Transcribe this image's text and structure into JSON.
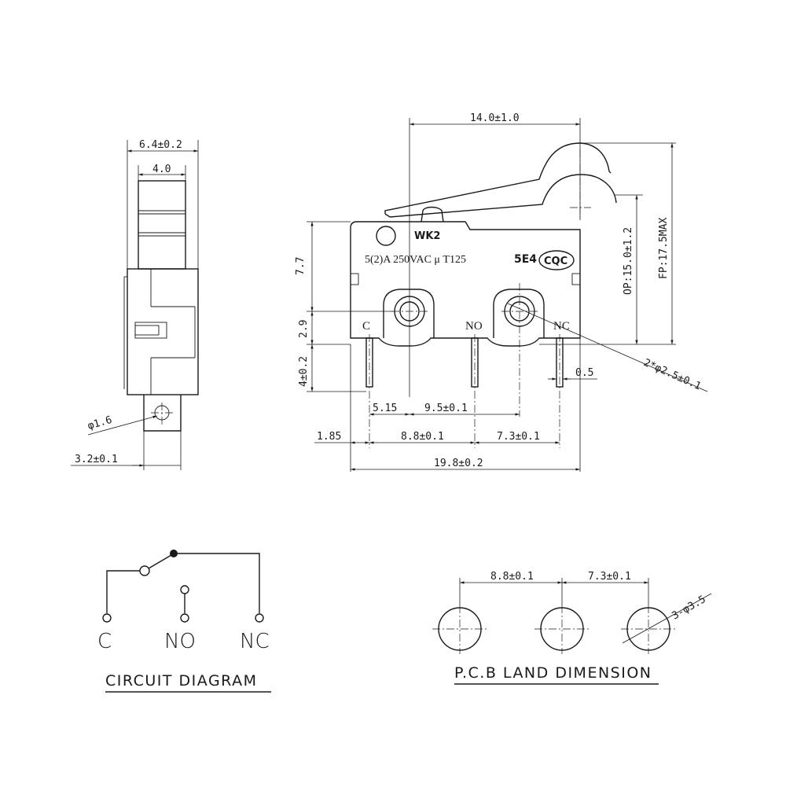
{
  "side_view": {
    "width_total": "6.4±0.2",
    "width_actuator": "4.0",
    "hole_dia": "φ1.6",
    "terminal_width": "3.2±0.1"
  },
  "front_view": {
    "overall_lever": "14.0±1.0",
    "height_77": "7.7",
    "height_29": "2.9",
    "height_4": "4±0.2",
    "op": "OP:15.0±1.2",
    "fp": "FP:17.5MAX",
    "model": "WK2",
    "rating": "5(2)A 250VAC μ T125",
    "code": "5E4",
    "cert": "CQC",
    "term_c": "C",
    "term_no": "NO",
    "term_nc": "NC",
    "mount_holes": "2*φ2.5±0.1",
    "pin_thick": "0.5",
    "dim_515": "5.15",
    "dim_95": "9.5±0.1",
    "dim_185": "1.85",
    "dim_88": "8.8±0.1",
    "dim_73": "7.3±0.1",
    "dim_198": "19.8±0.2"
  },
  "circuit": {
    "c": "C",
    "no": "NO",
    "nc": "NC",
    "title": "CIRCUIT DIAGRAM"
  },
  "pcb": {
    "dim_88": "8.8±0.1",
    "dim_73": "7.3±0.1",
    "holes": "3-φ3.5",
    "title": "P.C.B LAND DIMENSION"
  }
}
